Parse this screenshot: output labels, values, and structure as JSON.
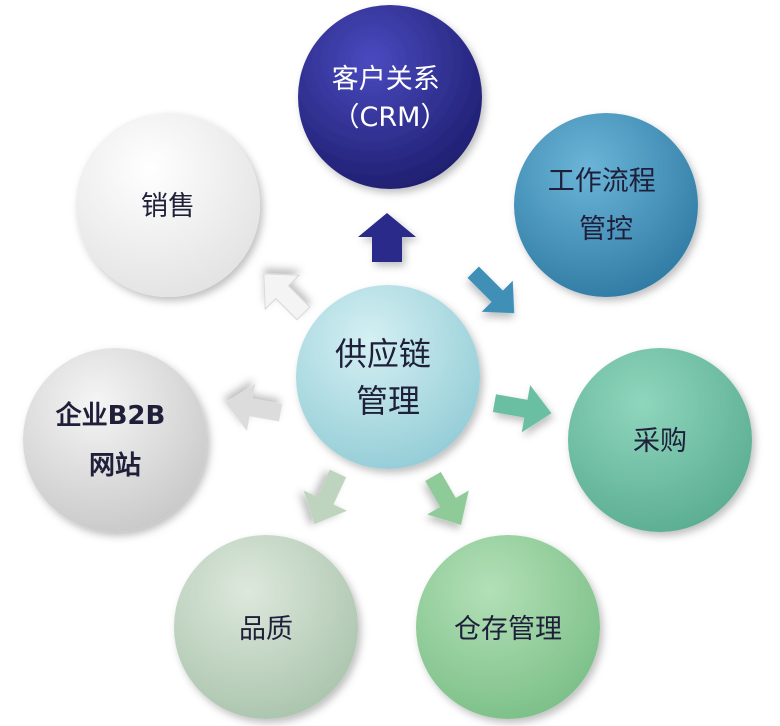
{
  "center": {
    "lines": [
      "供应链",
      "管理"
    ],
    "fill": "#a9dbe3"
  },
  "nodes": [
    {
      "id": "crm",
      "lines": [
        "客户关系",
        "（CRM）"
      ],
      "fill": "#2a2a8a",
      "text_color": "#ffffff",
      "icon": "up-arrow-icon"
    },
    {
      "id": "workflow",
      "lines": [
        "工作流程",
        "管控"
      ],
      "fill": "#3f8fb7",
      "text_color": "#1f1f3a",
      "icon": "up-right-arrow-icon"
    },
    {
      "id": "purchase",
      "lines": [
        "采购"
      ],
      "fill": "#6bbfa3",
      "text_color": "#1f1f3a",
      "icon": "right-arrow-icon"
    },
    {
      "id": "warehouse",
      "lines": [
        "仓存管理"
      ],
      "fill": "#8ecb98",
      "text_color": "#1f1f3a",
      "icon": "down-right-arrow-icon"
    },
    {
      "id": "quality",
      "lines": [
        "品质"
      ],
      "fill": "#bfd4bf",
      "text_color": "#1f1f3a",
      "icon": "down-left-arrow-icon"
    },
    {
      "id": "b2b",
      "lines": [
        "企业B2B",
        "网站"
      ],
      "fill": "#dcdcdc",
      "text_color": "#1f1f3a",
      "icon": "left-arrow-icon"
    },
    {
      "id": "sales",
      "lines": [
        "销售"
      ],
      "fill": "#f2f2f2",
      "text_color": "#1f1f3a",
      "icon": "up-left-arrow-icon"
    }
  ],
  "arrow_colors": {
    "crm": "#2a2a8a",
    "workflow": "#3f8fb7",
    "purchase": "#6bbfa3",
    "warehouse": "#8ecb98",
    "quality": "#bfd4bf",
    "b2b": "#dcdcdc",
    "sales": "#f2f2f2"
  }
}
